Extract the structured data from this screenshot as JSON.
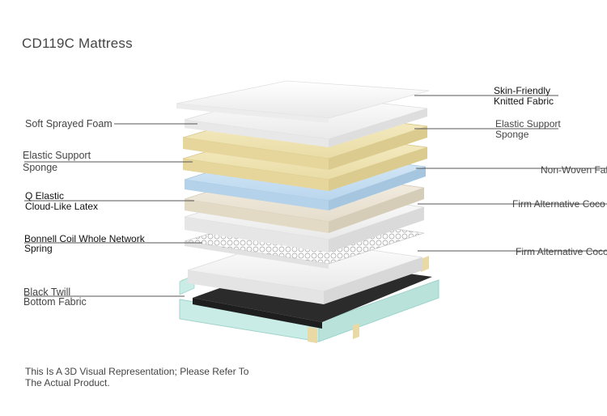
{
  "title": "CD119C Mattress",
  "labels_left": {
    "soft_foam": "Soft Sprayed Foam",
    "elastic_sponge_1": "Elastic Support",
    "elastic_sponge_2": "Sponge",
    "latex_1": "Q Elastic",
    "latex_2": "Cloud-Like Latex",
    "coil_1": "Bonnell Coil Whole Network",
    "coil_2": "Spring",
    "bottom_1": "Black Twill",
    "bottom_2": "Bottom Fabric"
  },
  "labels_right": {
    "knit_1": "Skin-Friendly",
    "knit_2": "Knitted Fabric",
    "elastic_1": "Elastic Support",
    "elastic_2": "Sponge",
    "nonwoven": "Non-Woven Fab",
    "firm_1": "Firm Alternative Coco",
    "firm_2": "Firm Alternative Coco"
  },
  "disclaimer_1": "This Is A 3D Visual Representation; Please Refer To",
  "disclaimer_2": "The Actual Product.",
  "colors": {
    "fabric": "#f4f4f4",
    "foam": "#f7f7f7",
    "sponge": "#f1e6b8",
    "nonwoven": "#cfe4f5",
    "latex": "#efe9dc",
    "coco": "#f2f2f2",
    "base": "#2b2b2b",
    "frame": "#c9ece6",
    "frame_edge": "#e9d9a4"
  }
}
